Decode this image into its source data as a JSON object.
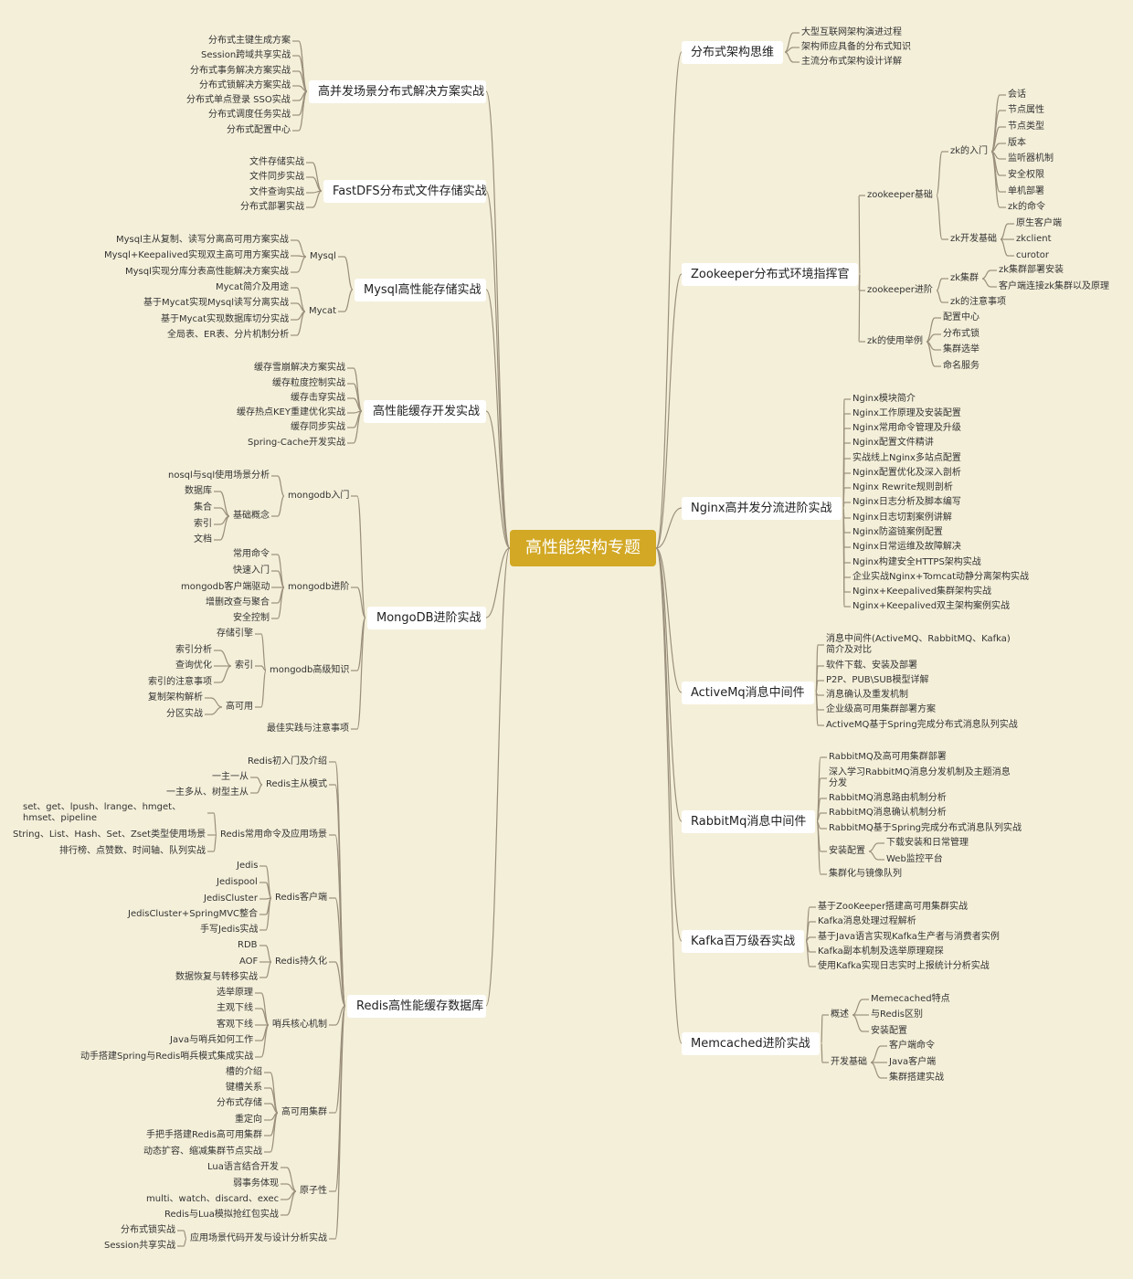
{
  "root": "高性能架构专题",
  "colors": {
    "background": "#f4efd9",
    "root_fill": "#d2a824",
    "line": "#9a8f7c"
  },
  "left": [
    {
      "label": "高并发场景分布式解决方案实战",
      "children": [
        {
          "label": "分布式主键生成方案"
        },
        {
          "label": "Session跨域共享实战"
        },
        {
          "label": "分布式事务解决方案实战"
        },
        {
          "label": "分布式锁解决方案实战"
        },
        {
          "label": "分布式单点登录 SSO实战"
        },
        {
          "label": "分布式调度任务实战"
        },
        {
          "label": "分布式配置中心"
        }
      ]
    },
    {
      "label": "FastDFS分布式文件存储实战",
      "children": [
        {
          "label": "文件存储实战"
        },
        {
          "label": "文件同步实战"
        },
        {
          "label": "文件查询实战"
        },
        {
          "label": "分布式部署实战"
        }
      ]
    },
    {
      "label": "Mysql高性能存储实战",
      "children": [
        {
          "label": "Mysql",
          "children": [
            {
              "label": "Mysql主从复制、读写分离高可用方案实战"
            },
            {
              "label": "Mysql+Keepalived实现双主高可用方案实战"
            },
            {
              "label": "Mysql实现分库分表高性能解决方案实战"
            }
          ]
        },
        {
          "label": "Mycat",
          "children": [
            {
              "label": "Mycat简介及用途"
            },
            {
              "label": "基于Mycat实现Mysql读写分离实战"
            },
            {
              "label": "基于Mycat实现数据库切分实战"
            },
            {
              "label": "全局表、ER表、分片机制分析"
            }
          ]
        }
      ]
    },
    {
      "label": "高性能缓存开发实战",
      "children": [
        {
          "label": "缓存雪崩解决方案实战"
        },
        {
          "label": "缓存粒度控制实战"
        },
        {
          "label": "缓存击穿实战"
        },
        {
          "label": "缓存热点KEY重建优化实战"
        },
        {
          "label": "缓存同步实战"
        },
        {
          "label": "Spring-Cache开发实战"
        }
      ]
    },
    {
      "label": "MongoDB进阶实战",
      "children": [
        {
          "label": "mongodb入门",
          "children": [
            {
              "label": "nosql与sql使用场景分析"
            },
            {
              "label": "基础概念",
              "children": [
                {
                  "label": "数据库"
                },
                {
                  "label": "集合"
                },
                {
                  "label": "索引"
                },
                {
                  "label": "文档"
                }
              ]
            }
          ]
        },
        {
          "label": "mongodb进阶",
          "children": [
            {
              "label": "常用命令"
            },
            {
              "label": "快速入门"
            },
            {
              "label": "mongodb客户端驱动"
            },
            {
              "label": "增删改查与聚合"
            },
            {
              "label": "安全控制"
            }
          ]
        },
        {
          "label": "mongodb高级知识",
          "children": [
            {
              "label": "存储引擎"
            },
            {
              "label": "索引",
              "children": [
                {
                  "label": "索引分析"
                },
                {
                  "label": "查询优化"
                },
                {
                  "label": "索引的注意事项"
                }
              ]
            },
            {
              "label": "高可用",
              "children": [
                {
                  "label": "复制架构解析"
                },
                {
                  "label": "分区实战"
                }
              ]
            }
          ]
        },
        {
          "label": "最佳实践与注意事项"
        }
      ]
    },
    {
      "label": "Redis高性能缓存数据库",
      "children": [
        {
          "label": "Redis初入门及介绍"
        },
        {
          "label": "Redis主从模式",
          "children": [
            {
              "label": "一主一从"
            },
            {
              "label": "一主多从、树型主从"
            }
          ]
        },
        {
          "label": "Redis常用命令及应用场景",
          "children": [
            {
              "label": "set、get、lpush、lrange、hmget、hmset、pipeline"
            },
            {
              "label": "String、List、Hash、Set、Zset类型使用场景"
            },
            {
              "label": "排行榜、点赞数、时间轴、队列实战"
            }
          ]
        },
        {
          "label": "Redis客户端",
          "children": [
            {
              "label": "Jedis"
            },
            {
              "label": "Jedispool"
            },
            {
              "label": "JedisCluster"
            },
            {
              "label": "JedisCluster+SpringMVC整合"
            },
            {
              "label": "手写Jedis实战"
            }
          ]
        },
        {
          "label": "Redis持久化",
          "children": [
            {
              "label": "RDB"
            },
            {
              "label": "AOF"
            },
            {
              "label": "数据恢复与转移实战"
            }
          ]
        },
        {
          "label": "哨兵核心机制",
          "children": [
            {
              "label": "选举原理"
            },
            {
              "label": "主观下线"
            },
            {
              "label": "客观下线"
            },
            {
              "label": "Java与哨兵如何工作"
            },
            {
              "label": "动手搭建Spring与Redis哨兵模式集成实战"
            }
          ]
        },
        {
          "label": "高可用集群",
          "children": [
            {
              "label": "槽的介绍"
            },
            {
              "label": "键槽关系"
            },
            {
              "label": "分布式存储"
            },
            {
              "label": "重定向"
            },
            {
              "label": "手把手搭建Redis高可用集群"
            },
            {
              "label": "动态扩容、缩减集群节点实战"
            }
          ]
        },
        {
          "label": "原子性",
          "children": [
            {
              "label": "Lua语言结合开发"
            },
            {
              "label": "弱事务体现"
            },
            {
              "label": "multi、watch、discard、exec"
            },
            {
              "label": "Redis与Lua模拟抢红包实战"
            }
          ]
        },
        {
          "label": "应用场景代码开发与设计分析实战",
          "children": [
            {
              "label": "分布式锁实战"
            },
            {
              "label": "Session共享实战"
            }
          ]
        }
      ]
    }
  ],
  "right": [
    {
      "label": "分布式架构思维",
      "children": [
        {
          "label": "大型互联网架构演进过程"
        },
        {
          "label": "架构师应具备的分布式知识"
        },
        {
          "label": "主流分布式架构设计详解"
        }
      ]
    },
    {
      "label": "Zookeeper分布式环境指挥官",
      "children": [
        {
          "label": "zookeeper基础",
          "children": [
            {
              "label": "zk的入门",
              "children": [
                {
                  "label": "会话"
                },
                {
                  "label": "节点属性"
                },
                {
                  "label": "节点类型"
                },
                {
                  "label": "版本"
                },
                {
                  "label": "监听器机制"
                },
                {
                  "label": "安全权限"
                },
                {
                  "label": "单机部署"
                },
                {
                  "label": "zk的命令"
                }
              ]
            },
            {
              "label": "zk开发基础",
              "children": [
                {
                  "label": "原生客户端"
                },
                {
                  "label": "zkclient"
                },
                {
                  "label": "curotor"
                }
              ]
            }
          ]
        },
        {
          "label": "zookeeper进阶",
          "children": [
            {
              "label": "zk集群",
              "children": [
                {
                  "label": "zk集群部署安装"
                },
                {
                  "label": "客户端连接zk集群以及原理"
                }
              ]
            },
            {
              "label": "zk的注意事项"
            }
          ]
        },
        {
          "label": "zk的使用举例",
          "children": [
            {
              "label": "配置中心"
            },
            {
              "label": "分布式锁"
            },
            {
              "label": "集群选举"
            },
            {
              "label": "命名服务"
            }
          ]
        }
      ]
    },
    {
      "label": "Nginx高并发分流进阶实战",
      "children": [
        {
          "label": "Nginx模块简介"
        },
        {
          "label": "Nginx工作原理及安装配置"
        },
        {
          "label": "Nginx常用命令管理及升级"
        },
        {
          "label": "Nginx配置文件精讲"
        },
        {
          "label": "实战线上Nginx多站点配置"
        },
        {
          "label": "Nginx配置优化及深入剖析"
        },
        {
          "label": "Nginx Rewrite规则剖析"
        },
        {
          "label": "Nginx日志分析及脚本编写"
        },
        {
          "label": "Nginx日志切割案例讲解"
        },
        {
          "label": "Nginx防盗链案例配置"
        },
        {
          "label": "Nginx日常运维及故障解决"
        },
        {
          "label": "Nginx构建安全HTTPS架构实战"
        },
        {
          "label": "企业实战Nginx+Tomcat动静分离架构实战"
        },
        {
          "label": "Nginx+Keepalived集群架构实战"
        },
        {
          "label": "Nginx+Keepalived双主架构案例实战"
        }
      ]
    },
    {
      "label": "ActiveMq消息中间件",
      "children": [
        {
          "label": "消息中间件(ActiveMQ、RabbitMQ、Kafka)简介及对比"
        },
        {
          "label": "软件下载、安装及部署"
        },
        {
          "label": "P2P、PUB\\SUB模型详解"
        },
        {
          "label": "消息确认及重发机制"
        },
        {
          "label": "企业级高可用集群部署方案"
        },
        {
          "label": "ActiveMQ基于Spring完成分布式消息队列实战"
        }
      ]
    },
    {
      "label": "RabbitMq消息中间件",
      "children": [
        {
          "label": "RabbitMQ及高可用集群部署"
        },
        {
          "label": "深入学习RabbitMQ消息分发机制及主题消息分发"
        },
        {
          "label": "RabbitMQ消息路由机制分析"
        },
        {
          "label": "RabbitMQ消息确认机制分析"
        },
        {
          "label": "RabbitMQ基于Spring完成分布式消息队列实战"
        },
        {
          "label": "安装配置",
          "children": [
            {
              "label": "下载安装和日常管理"
            },
            {
              "label": "Web监控平台"
            }
          ]
        },
        {
          "label": "集群化与镜像队列"
        }
      ]
    },
    {
      "label": "Kafka百万级吞实战",
      "children": [
        {
          "label": "基于ZooKeeper搭建高可用集群实战"
        },
        {
          "label": "Kafka消息处理过程解析"
        },
        {
          "label": "基于Java语言实现Kafka生产者与消费者实例"
        },
        {
          "label": "Kafka副本机制及选举原理窥探"
        },
        {
          "label": "使用Kafka实现日志实时上报统计分析实战"
        }
      ]
    },
    {
      "label": "Memcached进阶实战",
      "children": [
        {
          "label": "概述",
          "children": [
            {
              "label": "Memecached特点"
            },
            {
              "label": "与Redis区别"
            },
            {
              "label": "安装配置"
            }
          ]
        },
        {
          "label": "开发基础",
          "children": [
            {
              "label": "客户端命令"
            },
            {
              "label": "Java客户端"
            },
            {
              "label": "集群搭建实战"
            }
          ]
        }
      ]
    }
  ]
}
